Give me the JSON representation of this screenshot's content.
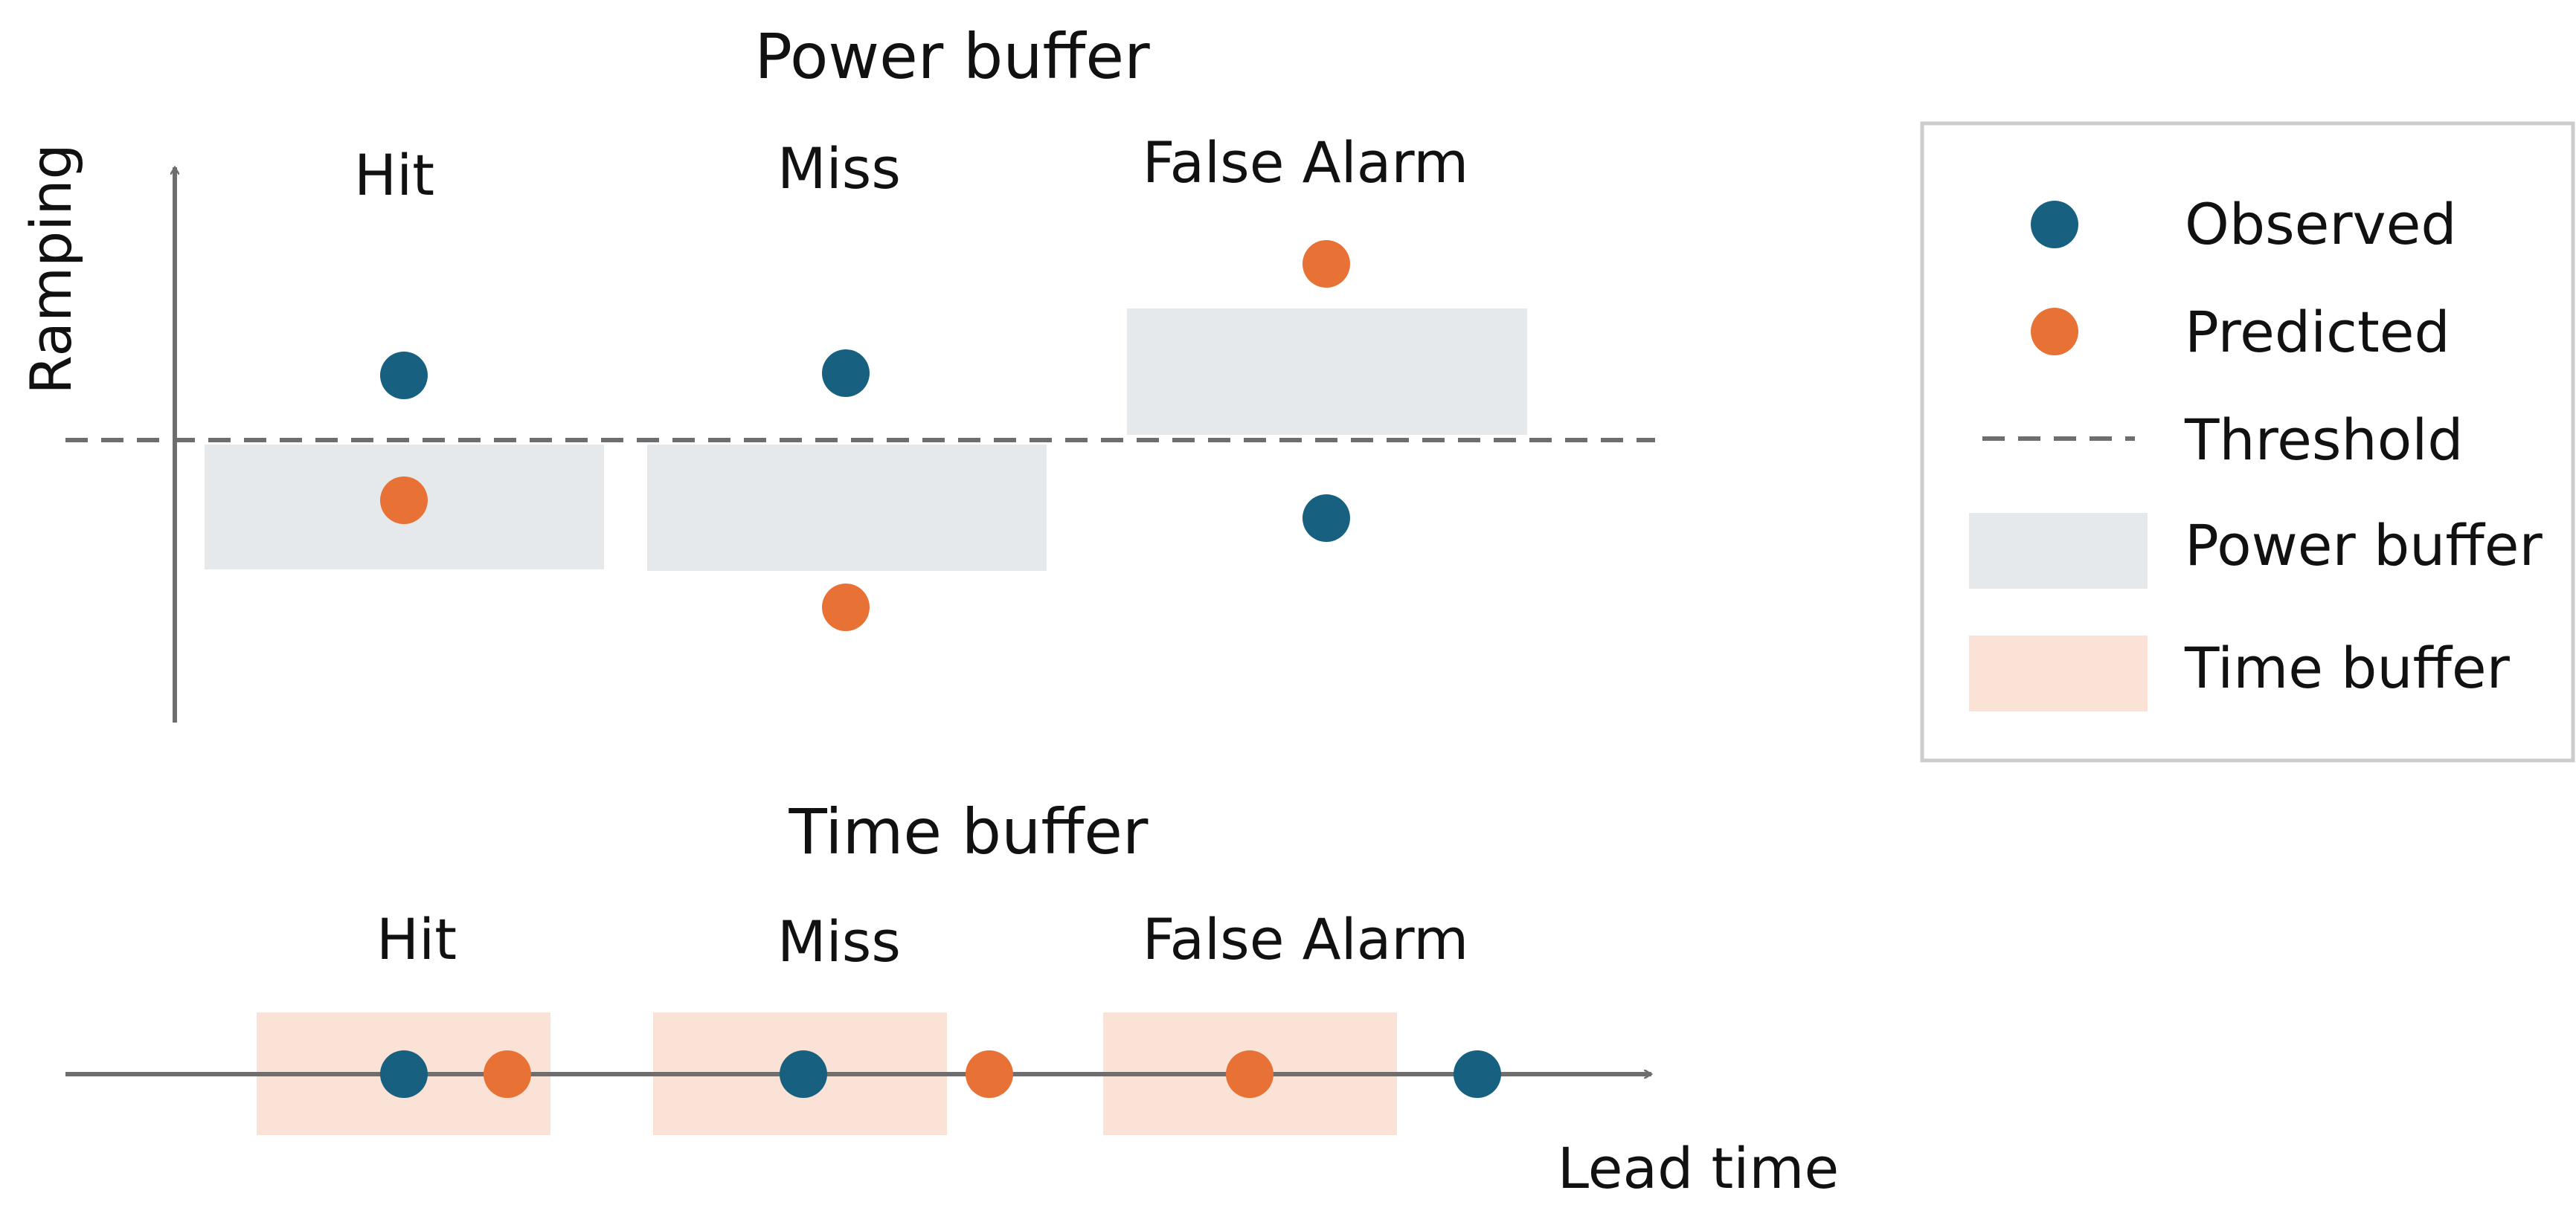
{
  "colors": {
    "observed": "#17607f",
    "predicted": "#e87236",
    "threshold": "#6e6e6e",
    "axis": "#6e6e6e",
    "power_buffer_fill": "#e6e9eb",
    "time_buffer_fill": "#fbe2d6",
    "legend_border": "#cccccc"
  },
  "power_panel": {
    "title": "Power buffer",
    "y_axis_label": "Ramping",
    "cases": [
      {
        "label": "Hit"
      },
      {
        "label": "Miss"
      },
      {
        "label": "False Alarm"
      }
    ]
  },
  "time_panel": {
    "title": "Time buffer",
    "x_axis_label": "Lead time",
    "cases": [
      {
        "label": "Hit"
      },
      {
        "label": "Miss"
      },
      {
        "label": "False Alarm"
      }
    ]
  },
  "legend": {
    "items": [
      {
        "label": "Observed",
        "symbol": "circle",
        "color_key": "observed"
      },
      {
        "label": "Predicted",
        "symbol": "circle",
        "color_key": "predicted"
      },
      {
        "label": "Threshold",
        "symbol": "dashed-line",
        "color_key": "threshold"
      },
      {
        "label": "Power buffer",
        "symbol": "rect",
        "color_key": "power_buffer_fill"
      },
      {
        "label": "Time buffer",
        "symbol": "rect",
        "color_key": "time_buffer_fill"
      }
    ]
  }
}
